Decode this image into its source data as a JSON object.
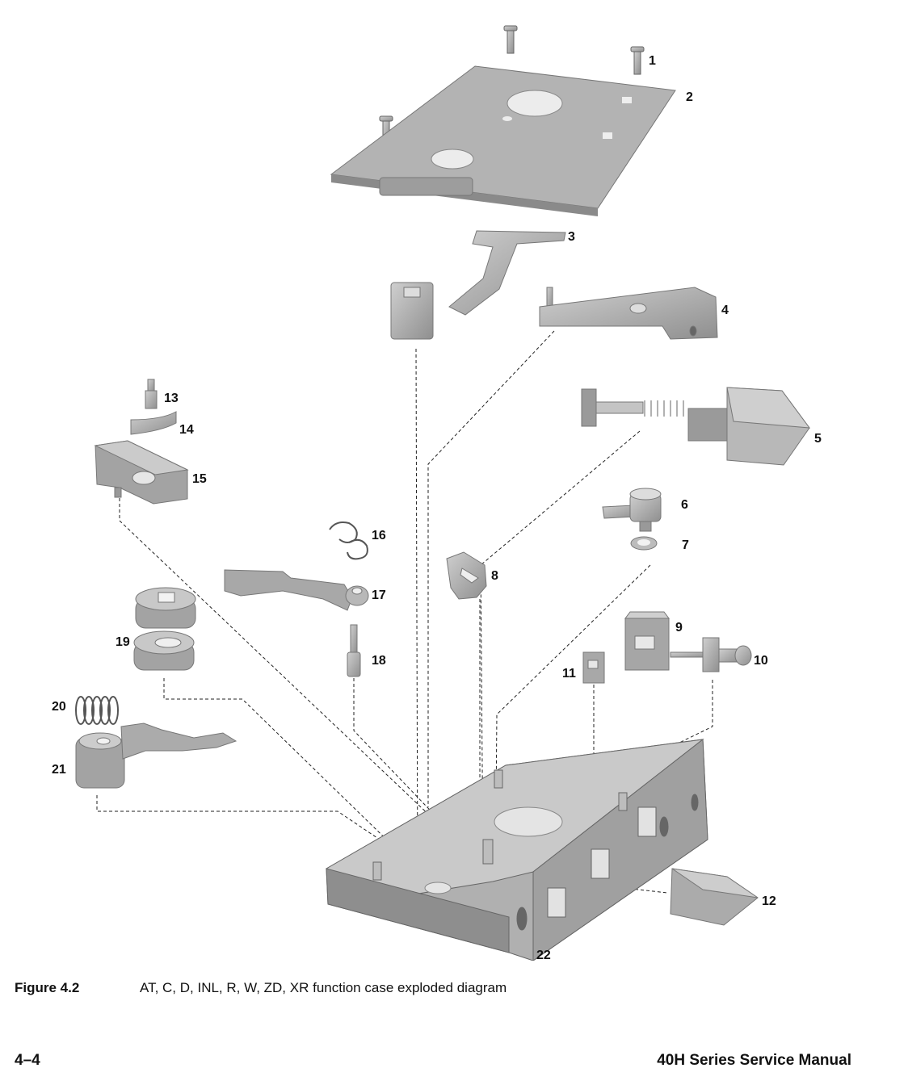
{
  "callouts": [
    "1",
    "2",
    "3",
    "4",
    "5",
    "6",
    "7",
    "8",
    "9",
    "10",
    "11",
    "12",
    "13",
    "14",
    "15",
    "16",
    "17",
    "18",
    "19",
    "20",
    "21",
    "22"
  ],
  "caption": {
    "label": "Figure 4.2",
    "text": "AT, C, D, INL, R, W, ZD, XR function case exploded diagram"
  },
  "footer": {
    "page_number": "4–4",
    "manual_title": "40H Series Service Manual"
  },
  "colors": {
    "part_fill": "#a9a9a9",
    "part_light": "#c6c6c6",
    "part_dark": "#7d7d7d",
    "leader_line": "#222222"
  }
}
